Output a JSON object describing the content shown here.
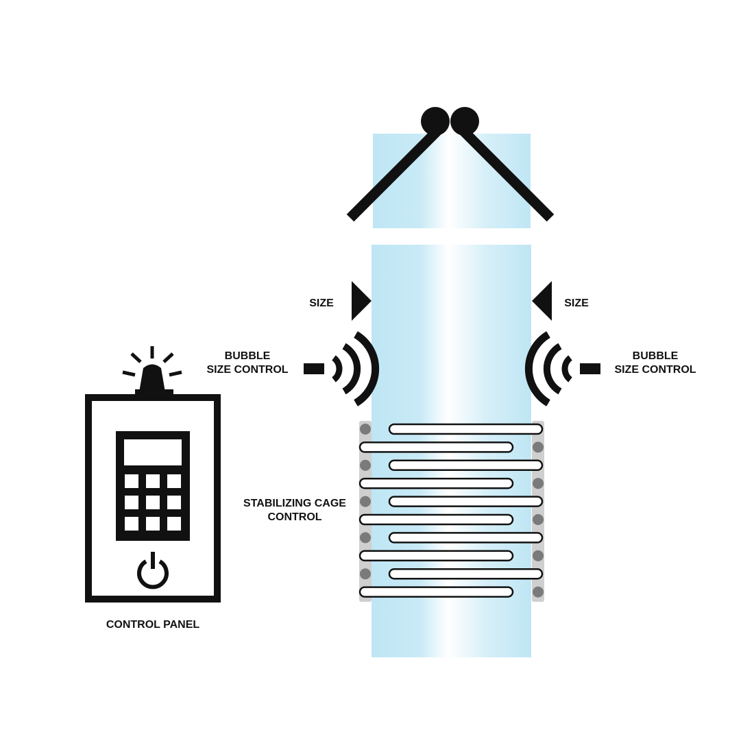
{
  "labels": {
    "size_left": "SIZE",
    "size_right": "SIZE",
    "bubble_left_line1": "BUBBLE",
    "bubble_left_line2": "SIZE CONTROL",
    "bubble_right_line1": "BUBBLE",
    "bubble_right_line2": "SIZE CONTROL",
    "cage_line1": "STABILIZING CAGE",
    "cage_line2": "CONTROL",
    "panel": "CONTROL PANEL"
  },
  "colors": {
    "ink": "#111111",
    "film_blue": "#bfe6f4",
    "cage_dot": "#7a7a7a",
    "cage_rail": "#cfcfcf"
  },
  "icons": {
    "panel_beacon": "alarm-beacon-icon",
    "panel_power": "power-icon",
    "bubble_control": "signal-waves-icon",
    "size_marker": "triangle-marker-icon",
    "nip_rollers": "roller-icon"
  },
  "keypad": {
    "rows": 3,
    "cols": 3
  },
  "cage": {
    "bars": 10
  }
}
